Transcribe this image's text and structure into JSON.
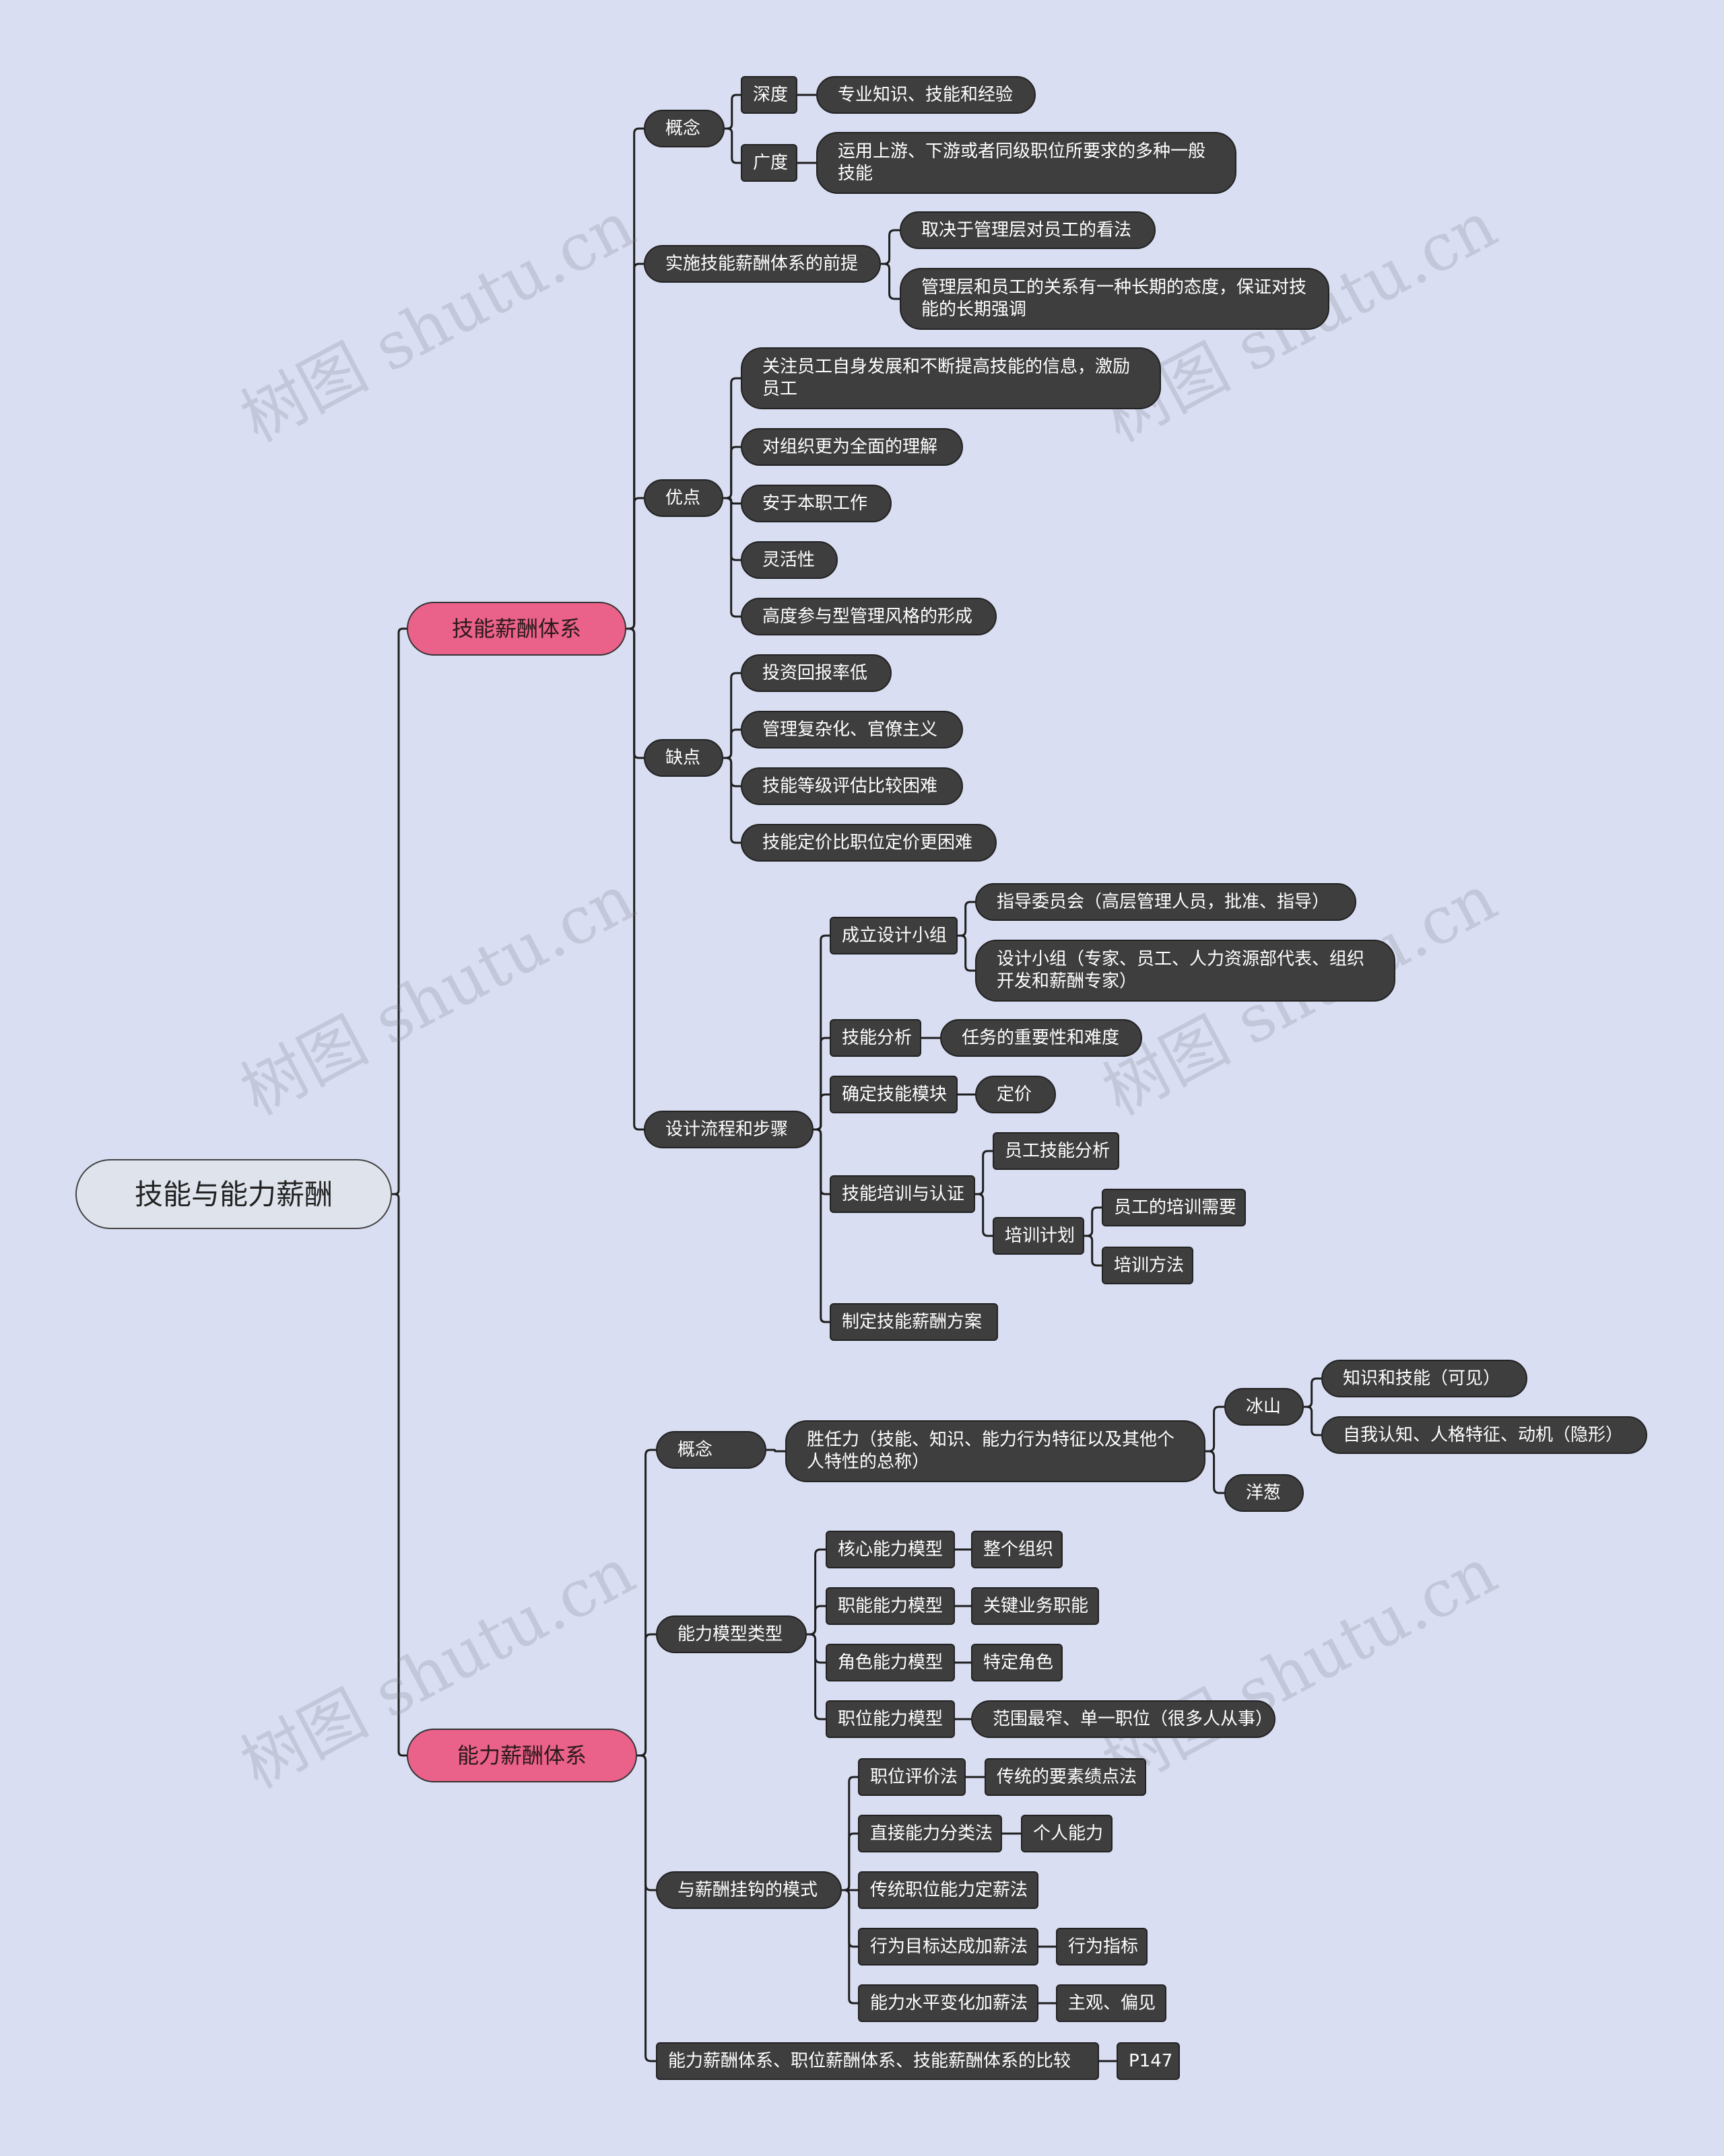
{
  "watermark": "树图 shutu.cn",
  "colors": {
    "background": "#d9def2",
    "node": "#3e3e3e",
    "node_text": "#ffffff",
    "accent": "#ea6189",
    "root": "#dfe3ec",
    "line": "#1e1e1e"
  },
  "nodes": {
    "root": "技能与能力薪酬",
    "skill": "技能薪酬体系",
    "s_concept": "概念",
    "s_depth": "深度",
    "s_depth_d": "专业知识、技能和经验",
    "s_breadth": "广度",
    "s_breadth_d": "运用上游、下游或者同级职位所要求的多种一般技能",
    "s_premise": "实施技能薪酬体系的前提",
    "s_premise_1": "取决于管理层对员工的看法",
    "s_premise_2": "管理层和员工的关系有一种长期的态度，保证对技能的长期强调",
    "s_adv": "优点",
    "s_adv_1": "关注员工自身发展和不断提高技能的信息，激励员工",
    "s_adv_2": "对组织更为全面的理解",
    "s_adv_3": "安于本职工作",
    "s_adv_4": "灵活性",
    "s_adv_5": "高度参与型管理风格的形成",
    "s_dis": "缺点",
    "s_dis_1": "投资回报率低",
    "s_dis_2": "管理复杂化、官僚主义",
    "s_dis_3": "技能等级评估比较困难",
    "s_dis_4": "技能定价比职位定价更困难",
    "s_flow": "设计流程和步骤",
    "s_team": "成立设计小组",
    "s_team_1": "指导委员会（高层管理人员，批准、指导）",
    "s_team_2": "设计小组（专家、员工、人力资源部代表、组织开发和薪酬专家）",
    "s_analysis": "技能分析",
    "s_analysis_1": "任务的重要性和难度",
    "s_module": "确定技能模块",
    "s_module_1": "定价",
    "s_train": "技能培训与认证",
    "s_train_1": "员工技能分析",
    "s_train_plan": "培训计划",
    "s_train_plan_1": "员工的培训需要",
    "s_train_plan_2": "培训方法",
    "s_plan": "制定技能薪酬方案",
    "ability": "能力薪酬体系",
    "a_concept": "概念",
    "a_comp": "胜任力（技能、知识、能力行为特征以及其他个人特性的总称）",
    "a_ice": "冰山",
    "a_ice_1": "知识和技能（可见）",
    "a_ice_2": "自我认知、人格特征、动机（隐形）",
    "a_onion": "洋葱",
    "a_model": "能力模型类型",
    "a_model_1": "核心能力模型",
    "a_model_1d": "整个组织",
    "a_model_2": "职能能力模型",
    "a_model_2d": "关键业务职能",
    "a_model_3": "角色能力模型",
    "a_model_3d": "特定角色",
    "a_model_4": "职位能力模型",
    "a_model_4d": "范围最窄、单一职位（很多人从事）",
    "a_pay": "与薪酬挂钩的模式",
    "a_pay_1": "职位评价法",
    "a_pay_1d": "传统的要素绩点法",
    "a_pay_2": "直接能力分类法",
    "a_pay_2d": "个人能力",
    "a_pay_3": "传统职位能力定薪法",
    "a_pay_4": "行为目标达成加薪法",
    "a_pay_4d": "行为指标",
    "a_pay_5": "能力水平变化加薪法",
    "a_pay_5d": "主观、偏见",
    "a_compare": "能力薪酬体系、职位薪酬体系、技能薪酬体系的比较",
    "a_compare_d": "P147"
  }
}
